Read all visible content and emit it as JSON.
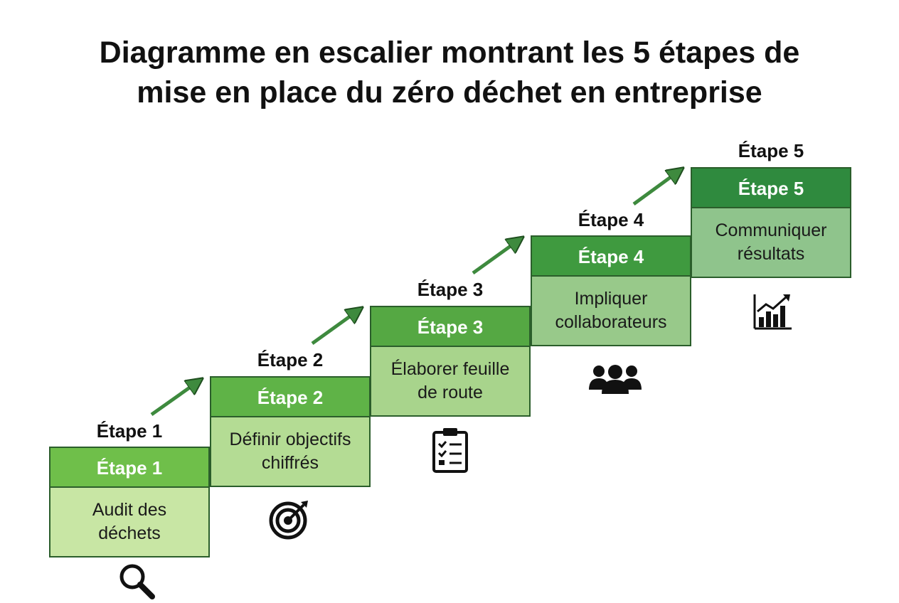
{
  "title": {
    "line1": "Diagramme en escalier montrant les 5 étapes de",
    "line2": "mise en place du zéro déchet en entreprise"
  },
  "steps": [
    {
      "label": "Étape 1",
      "header": "Étape 1",
      "text_line1": "Audit des",
      "text_line2": "déchets",
      "icon": "magnifier-icon",
      "head_color": "#6fbf4a",
      "body_color": "#c8e6a4"
    },
    {
      "label": "Étape 2",
      "header": "Étape 2",
      "text_line1": "Définir objectifs",
      "text_line2": "chiffrés",
      "icon": "target-icon",
      "head_color": "#5fb347",
      "body_color": "#b4dc94"
    },
    {
      "label": "Étape 3",
      "header": "Étape 3",
      "text_line1": "Élaborer feuille",
      "text_line2": "de route",
      "icon": "clipboard-checklist-icon",
      "head_color": "#55a843",
      "body_color": "#a8d48c"
    },
    {
      "label": "Étape 4",
      "header": "Étape 4",
      "text_line1": "Impliquer",
      "text_line2": "collaborateurs",
      "icon": "people-group-icon",
      "head_color": "#3f9a3f",
      "body_color": "#98c98a"
    },
    {
      "label": "Étape 5",
      "header": "Étape 5",
      "text_line1": "Communiquer",
      "text_line2": "résultats",
      "icon": "bar-chart-growth-icon",
      "head_color": "#2f8a3e",
      "body_color": "#8fc48c"
    }
  ],
  "colors": {
    "border": "#2b5e2b",
    "arrow": "#3e8a3e",
    "icon": "#111111"
  }
}
